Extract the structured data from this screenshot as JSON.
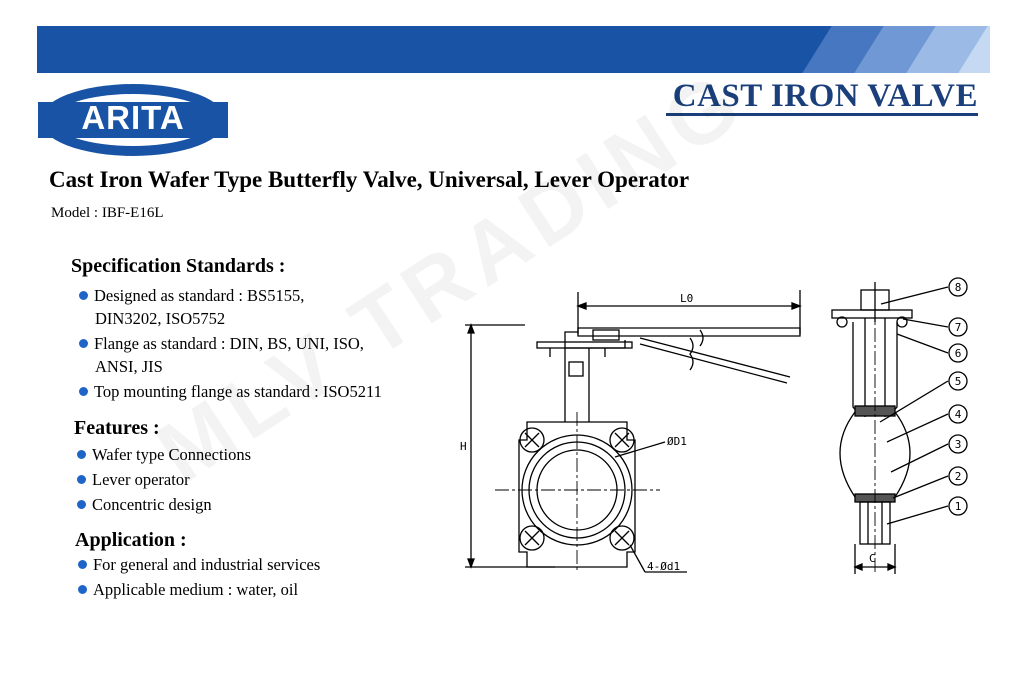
{
  "brand": {
    "logo_text": "ARITA",
    "category_title": "CAST IRON VALVE",
    "colors": {
      "banner": "#1853a5",
      "title": "#1a3f7a",
      "bullet": "#1f65c7"
    }
  },
  "product": {
    "title": "Cast Iron Wafer Type Butterfly Valve, Universal, Lever Operator",
    "model": "Model : IBF-E16L"
  },
  "specification": {
    "heading": "Specification Standards :",
    "items": [
      {
        "line1": "Designed as standard : BS5155,",
        "line2": "DIN3202, ISO5752"
      },
      {
        "line1": "Flange as standard : DIN, BS, UNI, ISO,",
        "line2": "ANSI, JIS"
      },
      {
        "line1": "Top mounting flange as standard : ISO5211",
        "line2": ""
      }
    ]
  },
  "features": {
    "heading": "Features :",
    "items": [
      "Wafer type Connections",
      "Lever operator",
      "Concentric design"
    ]
  },
  "application": {
    "heading": "Application :",
    "items": [
      "For general and industrial services",
      "Applicable medium : water, oil"
    ]
  },
  "drawing": {
    "dim_L0": "L0",
    "dim_H": "H",
    "dim_D1": "ØD1",
    "dim_holes": "4-Ød1",
    "dim_C": "C",
    "parts": [
      "1",
      "2",
      "3",
      "4",
      "5",
      "6",
      "7",
      "8"
    ]
  }
}
